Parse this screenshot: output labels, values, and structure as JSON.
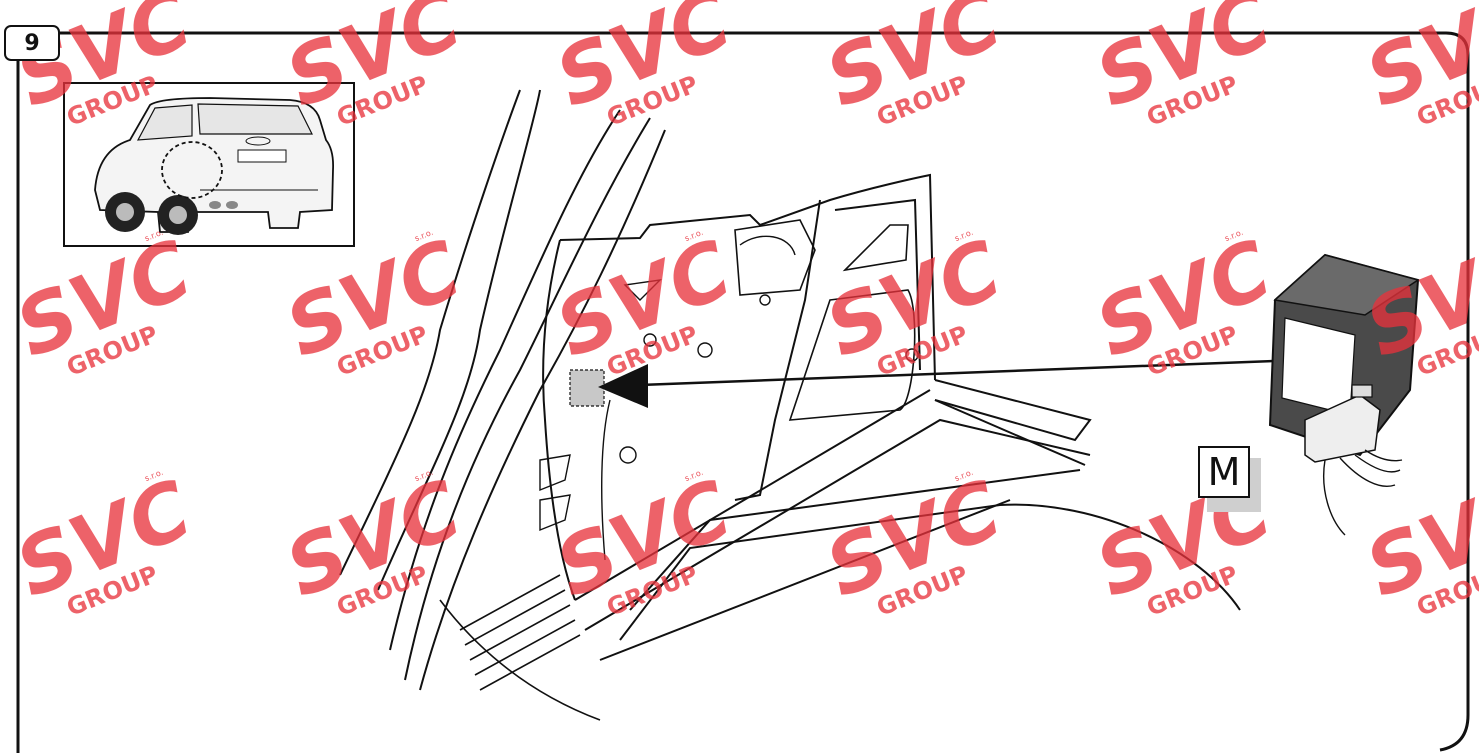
{
  "step": {
    "number": "9"
  },
  "label": {
    "text": "M"
  },
  "colors": {
    "line": "#111111",
    "watermark": "#e8323c",
    "module_body": "#4a4a4a",
    "highlight": "#c8c8c8"
  },
  "watermark": {
    "brand": "SVC",
    "tagline": "GROUP",
    "mark": "s.r.o."
  },
  "icons": {
    "inset": "car-rear-view-icon",
    "module": "control-module-icon",
    "arrow": "arrow-left-icon"
  }
}
